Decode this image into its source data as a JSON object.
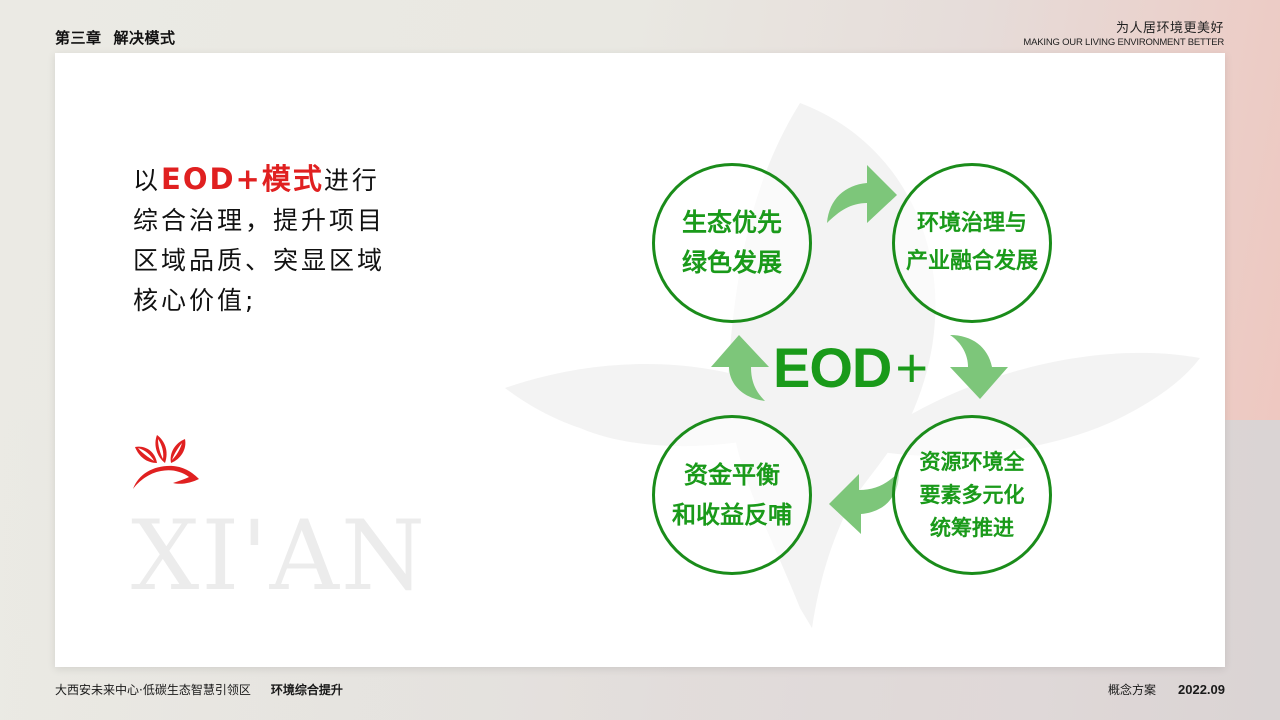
{
  "header": {
    "chapter": "第三章",
    "section": "解决模式",
    "slogan_cn": "为人居环境更美好",
    "slogan_en": "MAKING OUR LIVING ENVIRONMENT BETTER"
  },
  "intro": {
    "prefix": "以",
    "highlight": "EOD+模式",
    "line1_suffix": "进行",
    "line2": "综合治理，提升项目",
    "line3": "区域品质、突显区域",
    "line4": "核心价值;"
  },
  "brand": {
    "logo_icon": "red-leaves-logo-icon",
    "watermark_text": "XI'AN"
  },
  "diagram": {
    "center_label": "EOD",
    "center_plus": "+",
    "nodes": [
      {
        "id": "top-left",
        "lines": [
          "生态优先",
          "绿色发展"
        ]
      },
      {
        "id": "top-right",
        "lines": [
          "环境治理与",
          "产业融合发展"
        ]
      },
      {
        "id": "bottom-right",
        "lines": [
          "资源环境全",
          "要素多元化",
          "统筹推进"
        ]
      },
      {
        "id": "bottom-left",
        "lines": [
          "资金平衡",
          "和收益反哺"
        ]
      }
    ],
    "arrows": [
      "top-left to top-right",
      "top-right to bottom-right",
      "bottom-right to bottom-left",
      "bottom-left to top-left"
    ],
    "colors": {
      "circle_stroke": "#1a8c1a",
      "text": "#1a9a1a",
      "arrow": "#7dc67a",
      "highlight_red": "#e02020"
    }
  },
  "footer": {
    "project": "大西安未来中心·低碳生态智慧引领区",
    "topic": "环境综合提升",
    "doc_type": "概念方案",
    "date": "2022.09"
  }
}
